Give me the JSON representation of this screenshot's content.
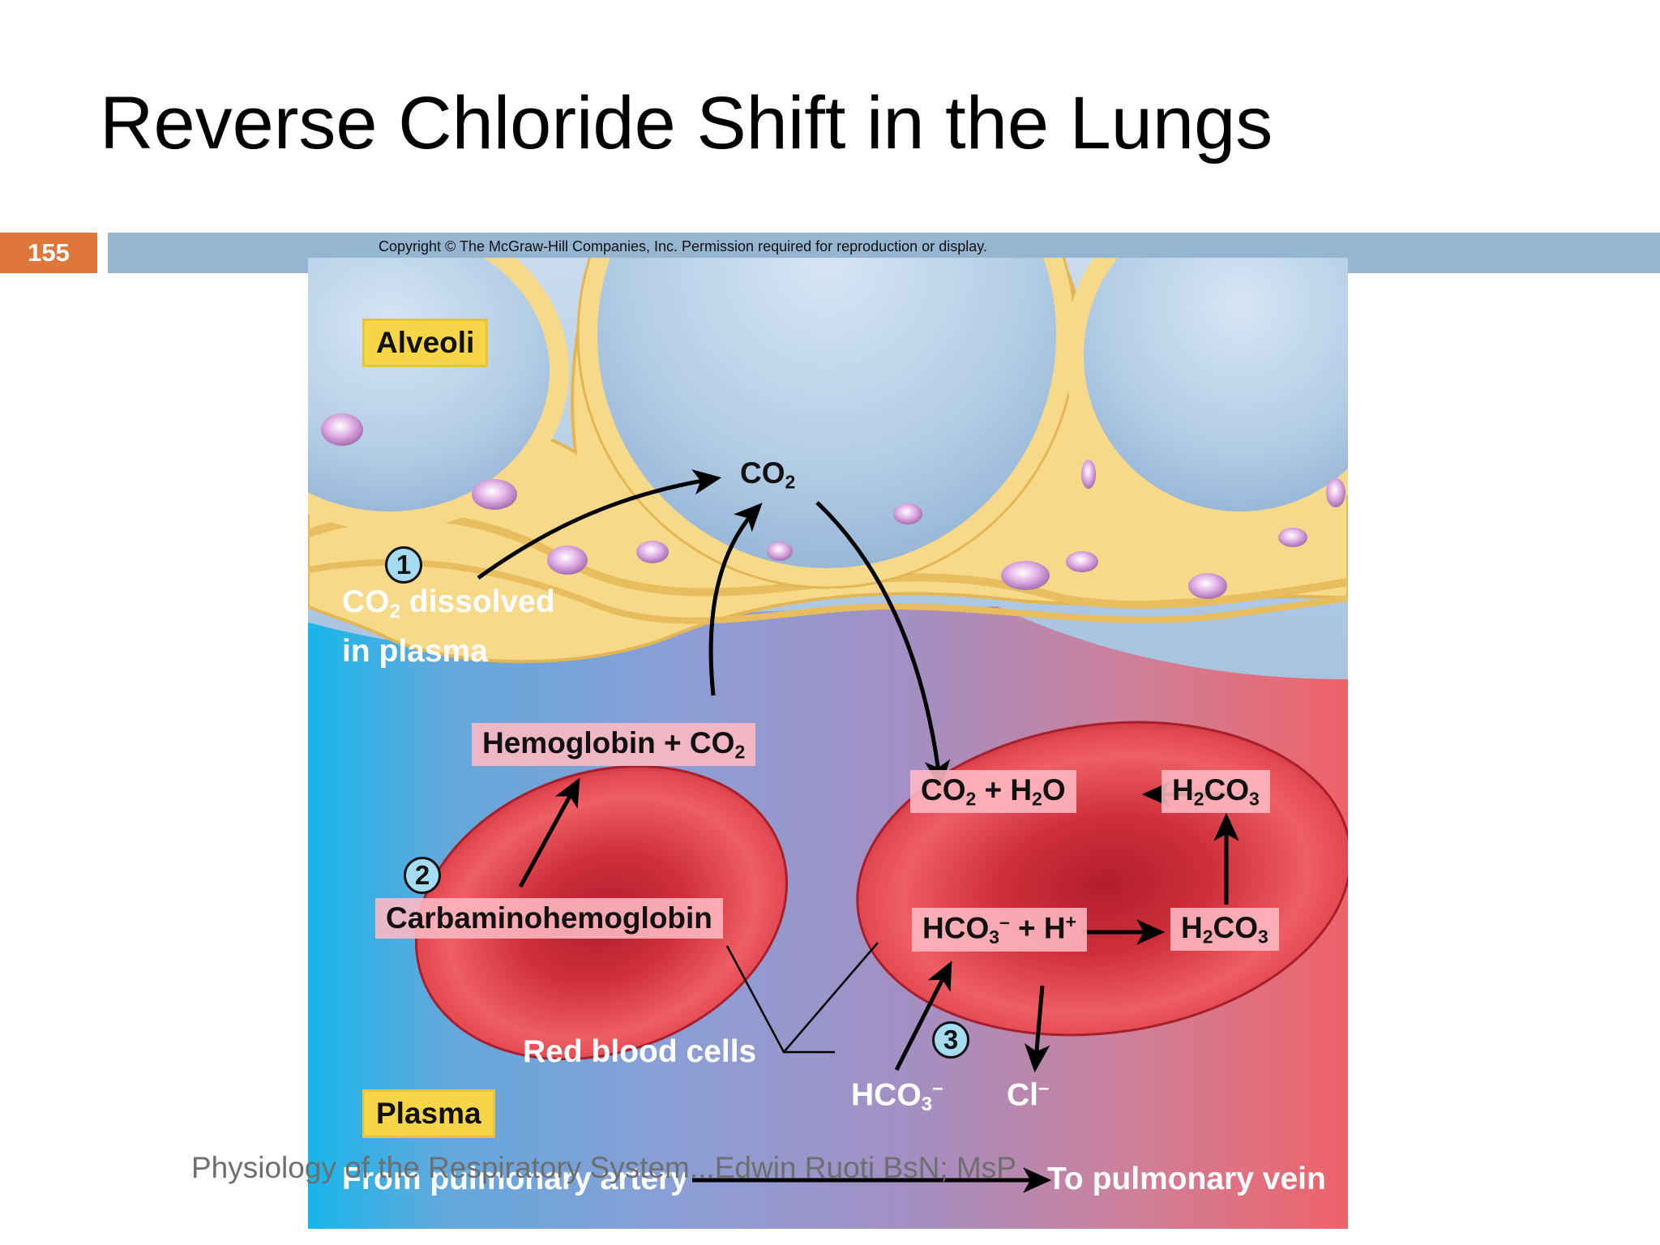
{
  "slide": {
    "title": "Reverse Chloride Shift in the Lungs",
    "number": "155",
    "footer": "Physiology of the Respiratory System...Edwin Ruoti BsN; MsP"
  },
  "figure": {
    "copyright": "Copyright © The McGraw-Hill Companies, Inc. Permission required for reproduction or display.",
    "labels": {
      "alveoli": "Alveoli",
      "plasma": "Plasma",
      "co2_top": "CO",
      "co2_top_sub": "2",
      "step1_number": "1",
      "step1_co2": "CO",
      "step1_co2_sub": "2",
      "step1_text_a": " dissolved",
      "step1_text_b": "in plasma",
      "hemoglobin": "Hemoglobin + CO",
      "hemoglobin_sub": "2",
      "step2_number": "2",
      "carbamino": "Carbaminohemoglobin",
      "rbc": "Red blood cells",
      "step3_number": "3",
      "eq_co2": "CO",
      "eq_co2_sub": "2",
      "eq_plus_h2o": " + H",
      "eq_h2o_sub": "2",
      "eq_o": "O",
      "h2co3_a": "H",
      "h2co3_a_sub1": "2",
      "h2co3_a_co": "CO",
      "h2co3_a_sub2": "3",
      "hco3": "HCO",
      "hco3_sub": "3",
      "hco3_sup": "–",
      "plus_h": " + H",
      "h_sup": "+",
      "h2co3_b": "H",
      "h2co3_b_sub1": "2",
      "h2co3_b_co": "CO",
      "h2co3_b_sub2": "3",
      "hco3_plasma": "HCO",
      "hco3_plasma_sub": "3",
      "hco3_plasma_sup": "–",
      "cl": "Cl",
      "cl_sup": "–",
      "from_artery": "From pulmonary artery",
      "to_vein": "To pulmonary vein"
    }
  }
}
